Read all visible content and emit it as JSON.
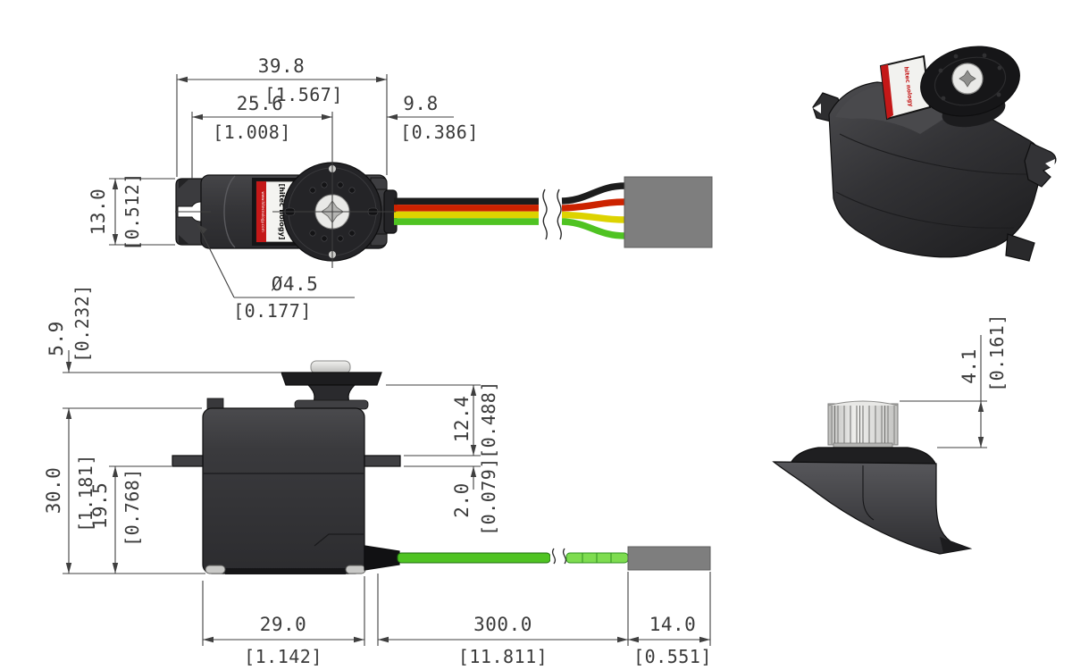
{
  "label": {
    "line1": "Manufactured with",
    "line2": "[hitec nology]",
    "line3": "www.hitecnology.com",
    "brand": "hitec nology"
  },
  "dims": {
    "overall_length": {
      "mm": "39.8",
      "inch": "[1.567]"
    },
    "shaft_center": {
      "mm": "25.6",
      "inch": "[1.008]"
    },
    "shaft_to_front": {
      "mm": "9.8",
      "inch": "[0.386]"
    },
    "body_width": {
      "mm": "13.0",
      "inch": "[0.512]"
    },
    "mount_hole": {
      "mm": "Ø4.5",
      "inch": "[0.177]"
    },
    "horn_above_case": {
      "mm": "5.9",
      "inch": "[0.232]"
    },
    "body_height": {
      "mm": "30.0",
      "inch": "[1.181]"
    },
    "bottom_to_tab": {
      "mm": "19.5",
      "inch": "[0.768]"
    },
    "horn_to_tab": {
      "mm": "12.4",
      "inch": "[0.488]"
    },
    "tab_thickness": {
      "mm": "2.0",
      "inch": "[0.079]"
    },
    "body_length": {
      "mm": "29.0",
      "inch": "[1.142]"
    },
    "cable_length": {
      "mm": "300.0",
      "inch": "[11.811]"
    },
    "connector_length": {
      "mm": "14.0",
      "inch": "[0.551]"
    },
    "spline_height": {
      "mm": "4.1",
      "inch": "[0.161]"
    }
  },
  "colors": {
    "line": "#3f3f3f",
    "body_dark": "#313134",
    "horn": "#232325",
    "hub_white": "#e9e9e7",
    "label_red": "#c41818",
    "label_white": "#f4f4f1",
    "wire_black": "#1c1c1c",
    "wire_red": "#cc2200",
    "wire_yellow": "#ddd300",
    "wire_green": "#4fc322",
    "wire_green_light": "#7edc50",
    "connector_gray": "#7e7e7e",
    "spline_light": "#e3e3e1",
    "background": "#ffffff"
  }
}
